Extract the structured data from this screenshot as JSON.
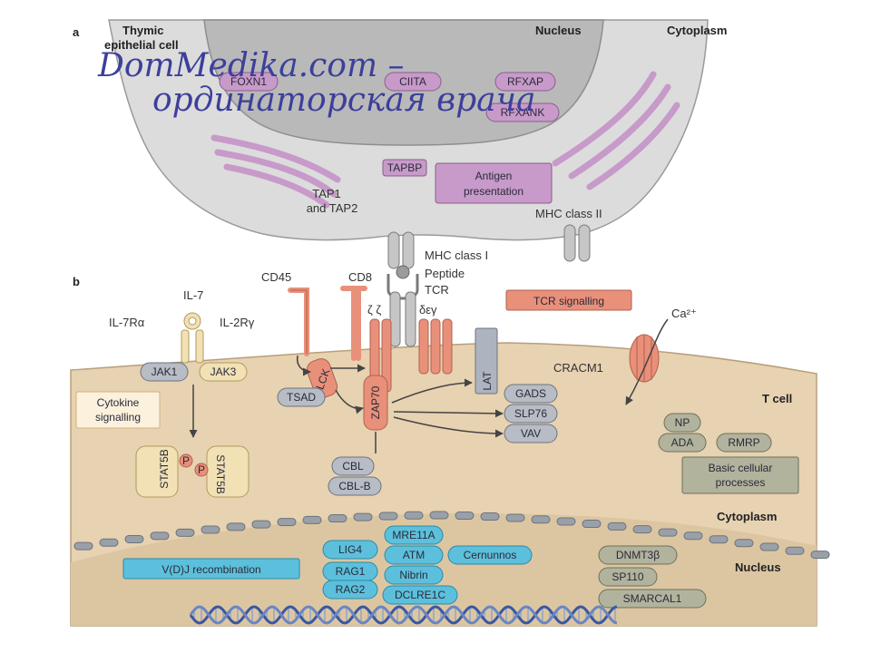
{
  "panel_a": {
    "letter": "a",
    "thymic_cell": [
      "Thymic",
      "epithelial cell"
    ],
    "nucleus": "Nucleus",
    "cytoplasm": "Cytoplasm",
    "genes": [
      "FOXN1",
      "CIITA",
      "RFXAP",
      "RFXANK"
    ],
    "tapbp": "TAPBP",
    "tap": [
      "TAP1",
      "and TAP2"
    ],
    "antigen": [
      "Antigen",
      "presentation"
    ],
    "mhc2": "MHC class II",
    "mhc1": "MHC class I",
    "peptide": "Peptide",
    "tcr": "TCR"
  },
  "panel_b": {
    "letter": "b",
    "il7": "IL-7",
    "il7ra": "IL-7Rα",
    "il2rg": "IL-2Rγ",
    "cd45": "CD45",
    "cd8": "CD8",
    "zeta": "ζ ζ",
    "dg": "δεγ",
    "tcr_signalling": "TCR signalling",
    "ca": "Ca²⁺",
    "jak1": "JAK1",
    "jak3": "JAK3",
    "lck": "LCK",
    "zap70": "ZAP70",
    "tsad": "TSAD",
    "lat": "LAT",
    "gads": "GADS",
    "slp76": "SLP76",
    "vav": "VAV",
    "cracm1": "CRACM1",
    "tcell": "T cell",
    "cytokine": [
      "Cytokine",
      "signalling"
    ],
    "stat5b": "STAT5B",
    "p": "P",
    "cbl": "CBL",
    "cblb": "CBL-B",
    "np": "NP",
    "ada": "ADA",
    "rmrp": "RMRP",
    "basic": [
      "Basic cellular",
      "processes"
    ],
    "cytoplasm": "Cytoplasm",
    "nucleus": "Nucleus",
    "vdj": "V(D)J recombination",
    "lig4": "LIG4",
    "rag1": "RAG1",
    "rag2": "RAG2",
    "mre11a": "MRE11A",
    "atm": "ATM",
    "nibrin": "Nibrin",
    "dclre1c": "DCLRE1C",
    "cernunnos": "Cernunnos",
    "dnmt3b": "DNMT3β",
    "sp110": "SP110",
    "smarcal1": "SMARCAL1"
  },
  "watermark": [
    "DomMedika.com –",
    "ординаторская врача"
  ],
  "colors": {
    "cell_gray": "#dcdcdc",
    "nucleus_gray": "#b9b9b9",
    "tcell_tan": "#e7d2b1",
    "nucleus_tan": "#dcc6a2",
    "purple": "#c79ac9",
    "salmon": "#e9907a",
    "gray_pill": "#b7bcc5",
    "blue_pill": "#5cc0dc",
    "olive_pill": "#b1b39c",
    "watermark": "#3d3f9b"
  }
}
